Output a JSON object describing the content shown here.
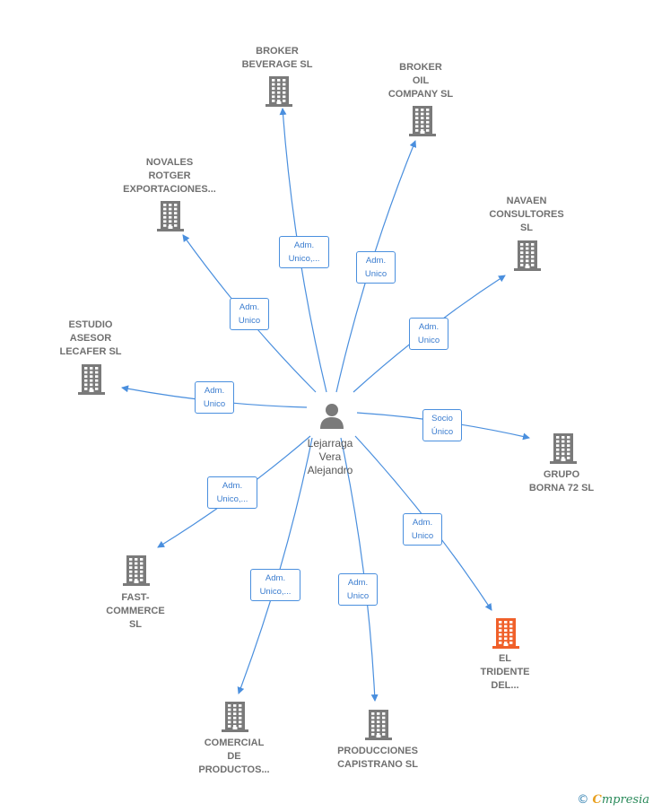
{
  "center": {
    "name": "Lejarraga\nVera\nAlejandro"
  },
  "companies": [
    {
      "id": "broker-beverage",
      "name": "BROKER\nBEVERAGE  SL",
      "relation": "Adm.\nUnico,...",
      "highlight": false
    },
    {
      "id": "broker-oil",
      "name": "BROKER\nOIL\nCOMPANY  SL",
      "relation": "Adm.\nUnico",
      "highlight": false
    },
    {
      "id": "novales",
      "name": "NOVALES\nROTGER\nEXPORTACIONES...",
      "relation": "Adm.\nUnico",
      "highlight": false
    },
    {
      "id": "navaen",
      "name": "NAVAEN\nCONSULTORES\nSL",
      "relation": "Adm.\nUnico",
      "highlight": false
    },
    {
      "id": "estudio",
      "name": "ESTUDIO\nASESOR\nLECAFER SL",
      "relation": "Adm.\nUnico",
      "highlight": false
    },
    {
      "id": "grupo-borna",
      "name": "GRUPO\nBORNA 72 SL",
      "relation": "Socio\nÚnico",
      "highlight": false
    },
    {
      "id": "fast-commerce",
      "name": "FAST-\nCOMMERCE\nSL",
      "relation": "Adm.\nUnico,...",
      "highlight": false
    },
    {
      "id": "el-tridente",
      "name": "EL\nTRIDENTE\nDEL...",
      "relation": "Adm.\nUnico",
      "highlight": true
    },
    {
      "id": "comercial",
      "name": "COMERCIAL\nDE\nPRODUCTOS...",
      "relation": "Adm.\nUnico,...",
      "highlight": false
    },
    {
      "id": "producciones",
      "name": "PRODUCCIONES\nCAPISTRANO SL",
      "relation": "Adm.\nUnico",
      "highlight": false
    }
  ],
  "colors": {
    "edge": "#4a8fde",
    "building": "#7a7a7a",
    "building_highlight": "#f0602a",
    "person": "#7a7a7a"
  },
  "brand": {
    "copyright": "©",
    "initial": "C",
    "rest": "mpresia"
  }
}
